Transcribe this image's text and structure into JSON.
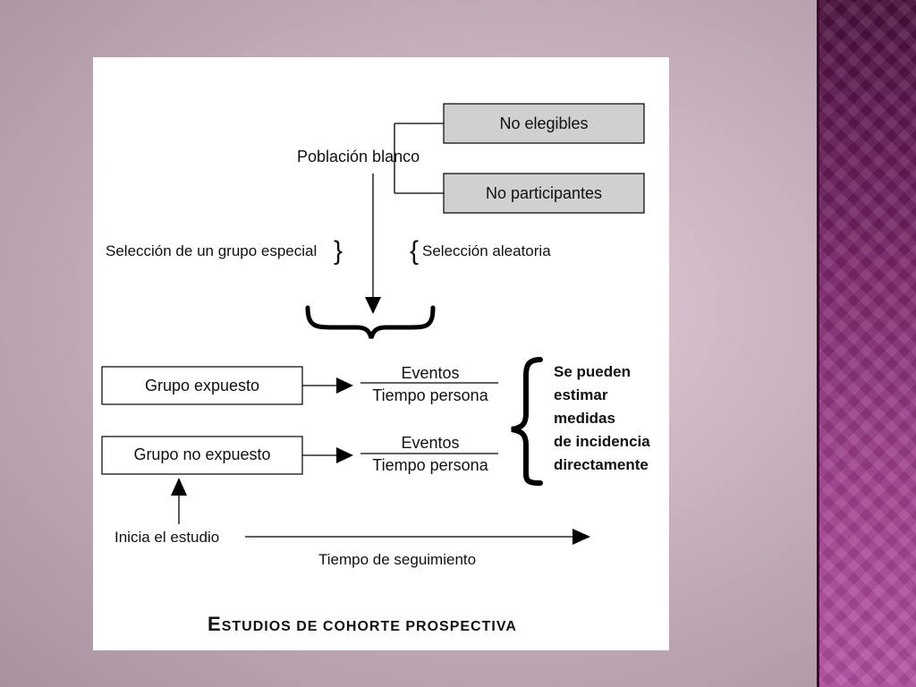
{
  "diagram": {
    "population": "Población blanco",
    "not_eligible": "No elegibles",
    "not_participants": "No participantes",
    "special_group_selection": "Selección de un grupo especial",
    "random_selection": "Selección aleatoria",
    "exposed_group": "Grupo expuesto",
    "unexposed_group": "Grupo no expuesto",
    "events_label": "Eventos",
    "person_time_label": "Tiempo persona",
    "incidence_note": [
      "Se pueden",
      "estimar",
      "medidas",
      "de incidencia",
      "directamente"
    ],
    "study_start": "Inicia el estudio",
    "follow_up_time": "Tiempo de seguimiento",
    "caption_initial": "E",
    "caption_rest": "STUDIOS DE COHORTE PROSPECTIVA"
  },
  "colors": {
    "box_fill_gray": "#d0d0d0",
    "sidebar_accent": "#8e2f7d"
  }
}
